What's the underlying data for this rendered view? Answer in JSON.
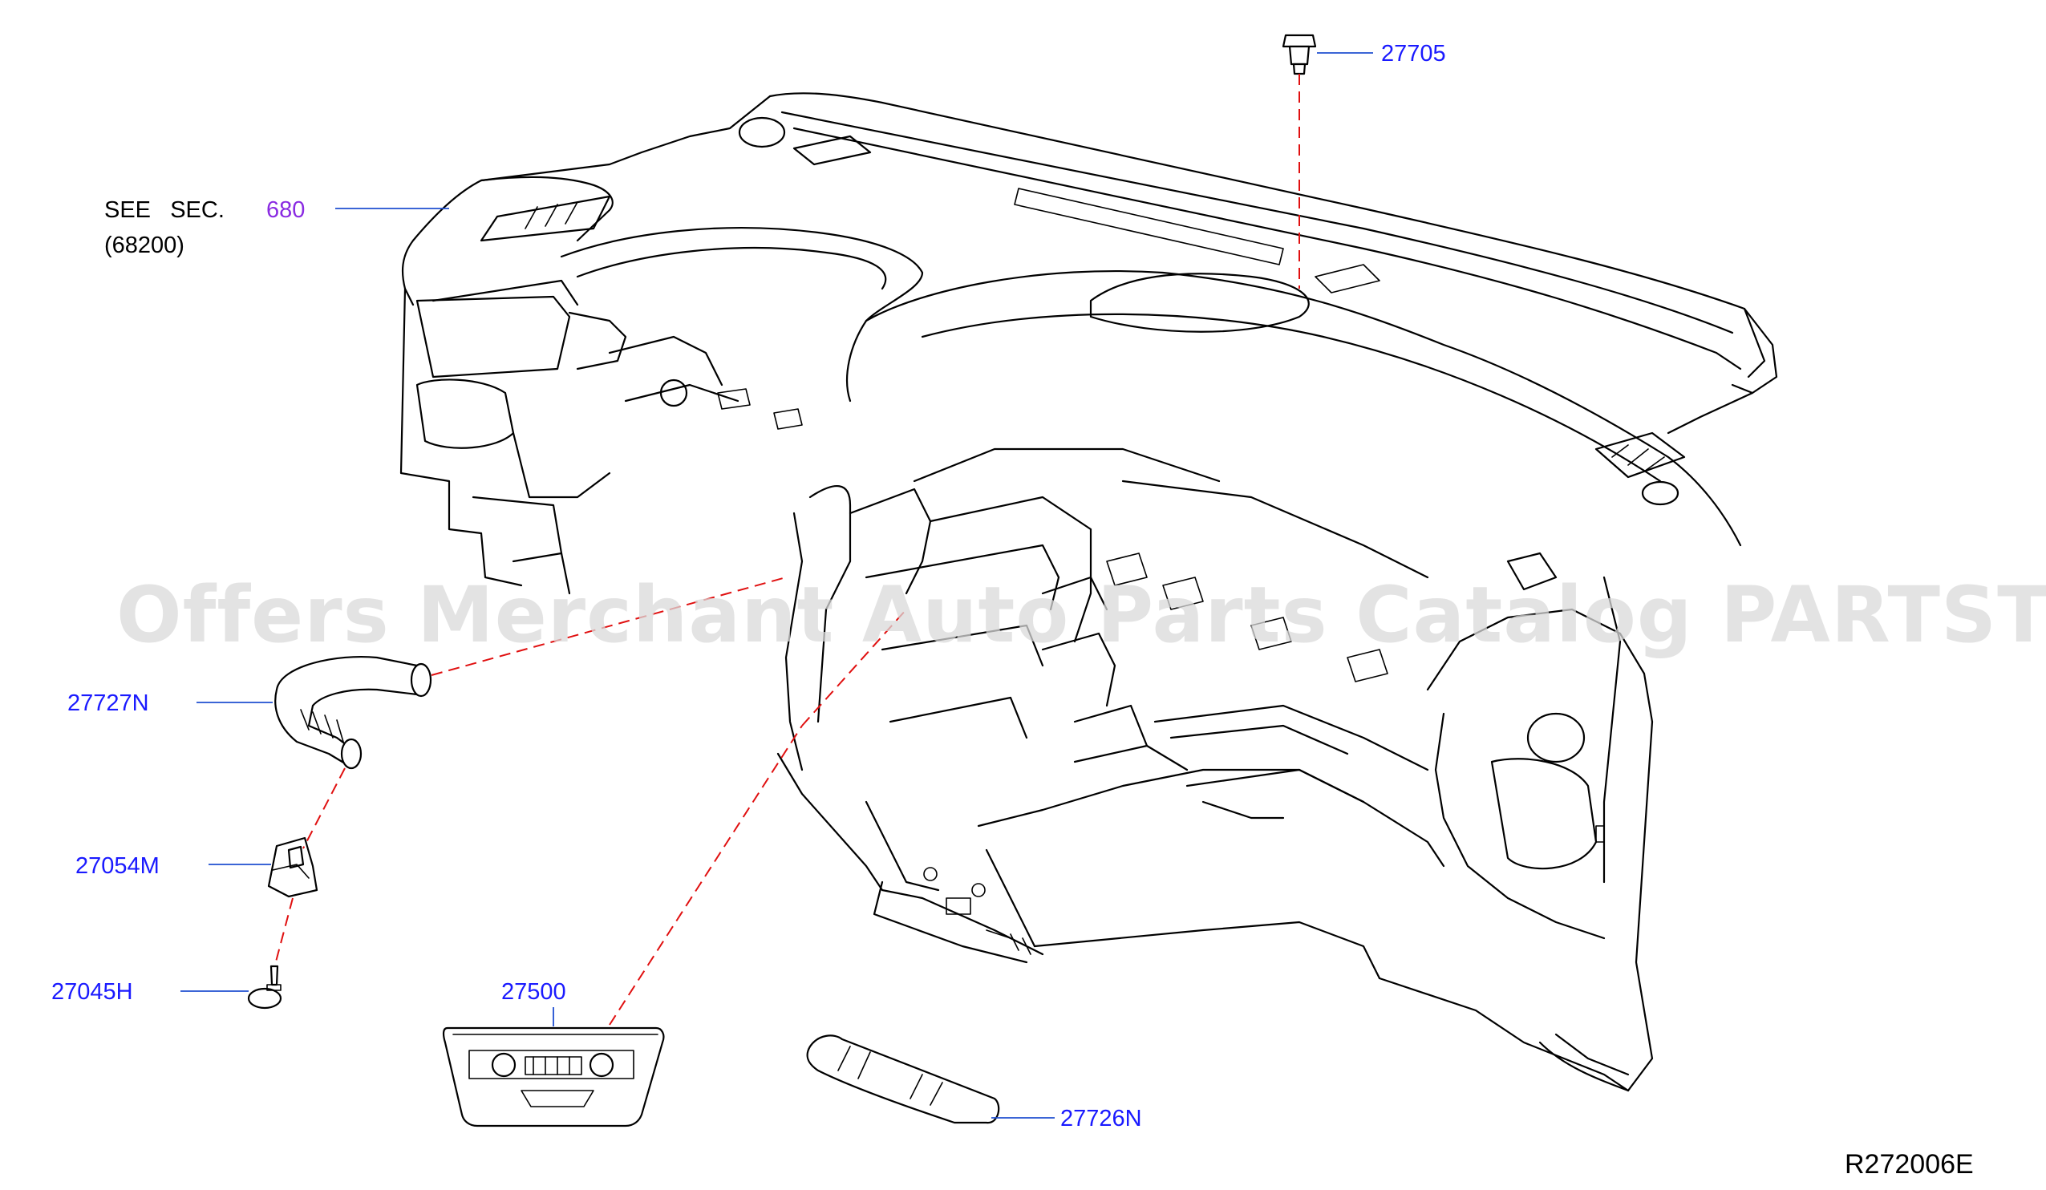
{
  "watermark": "Offers Merchant Auto Parts Catalog PARTSTORE.SA",
  "diagram_ref": "R272006E",
  "see_section": {
    "prefix": "SEE   SEC.",
    "section": "680",
    "sub": "(68200)"
  },
  "parts": [
    {
      "id": "27705",
      "label": "27705"
    },
    {
      "id": "27727N",
      "label": "27727N"
    },
    {
      "id": "27054M",
      "label": "27054M"
    },
    {
      "id": "27045H",
      "label": "27045H"
    },
    {
      "id": "27500",
      "label": "27500"
    },
    {
      "id": "27726N",
      "label": "27726N"
    }
  ],
  "colors": {
    "part_label": "#1a1aff",
    "section_label": "#8a2be2",
    "leader_line": "#1f4fd1",
    "dashed_guide": "#e01010",
    "watermark": "#d9d9d9"
  }
}
